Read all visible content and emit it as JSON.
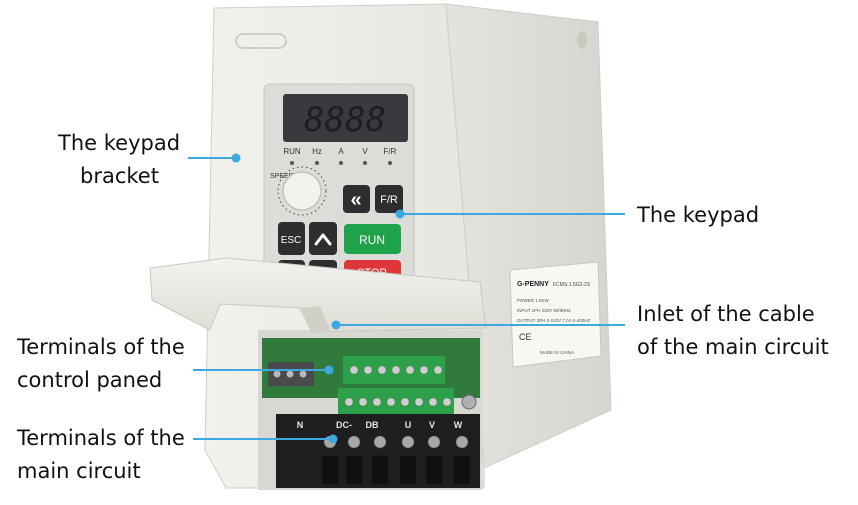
{
  "colors": {
    "housing": "#ecebe6",
    "leader": "#3da9e0",
    "keypad_face": "#dcdcd8",
    "display": "#3a3a3e",
    "run_button": "#1fa34a",
    "stop_button": "#e0363a",
    "key_dark": "#2e2e30",
    "pcb": "#2f7a3c",
    "terminal_green": "#2da04a",
    "terminal_block": "#1e1e20"
  },
  "callouts": {
    "keypad_bracket": {
      "line1": "The keypad",
      "line2": "bracket"
    },
    "keypad": {
      "line1": "The keypad"
    },
    "inlet_cable": {
      "line1": "Inlet of the cable",
      "line2": "of the main circuit"
    },
    "control_terminals": {
      "line1": "Terminals of the",
      "line2": "control paned"
    },
    "main_terminals": {
      "line1": "Terminals of the",
      "line2": "main circuit"
    }
  },
  "device": {
    "display_digits": "8888",
    "indicators": [
      "RUN",
      "Hz",
      "A",
      "V",
      "F/R"
    ],
    "speed_label": "SPEED",
    "keys": {
      "rewind": "«",
      "fr": "F/R",
      "esc": "ESC",
      "up": "^",
      "run": "RUN",
      "stop": "STOP"
    },
    "nameplate": {
      "brand": "G-PENNY",
      "model": "FCMS-1.5G2-2S",
      "line_power": "POWER 1.5KW",
      "line_input": "INPUT 1PH 220V 50/60HZ",
      "line_output": "OUTPUT 3PH 0-220V 7.0A 0-400HZ",
      "ce_mark": "CE",
      "origin": "MADE IN CHINA"
    },
    "main_terminal_labels": [
      "N",
      "DC-",
      "DB",
      "U",
      "V",
      "W"
    ]
  }
}
